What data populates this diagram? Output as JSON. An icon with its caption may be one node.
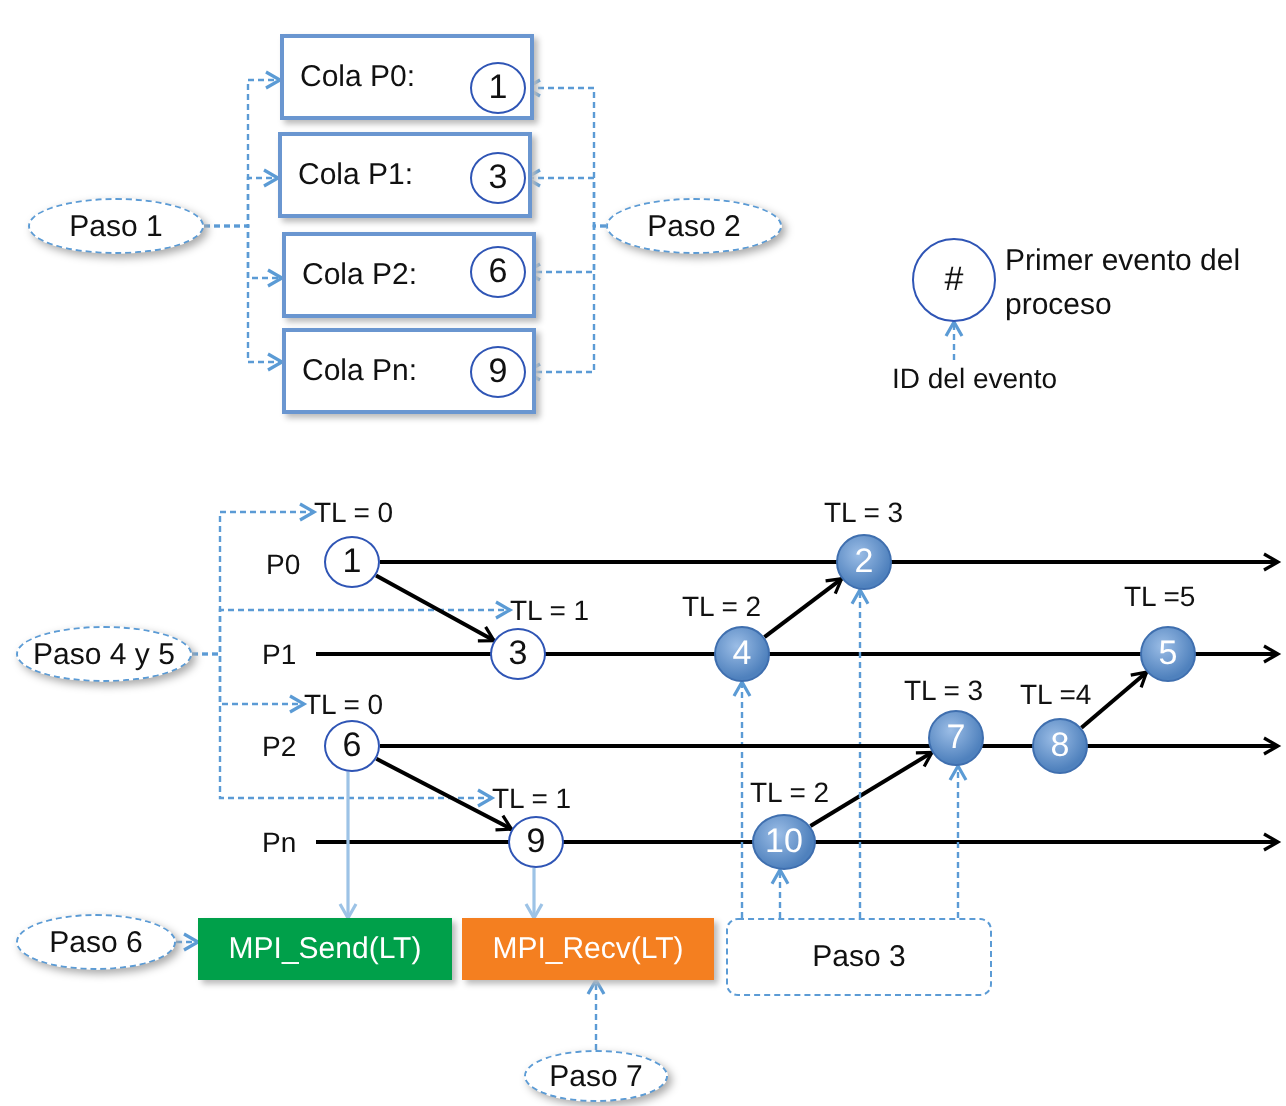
{
  "diagram": {
    "nodes": [
      {
        "text": [
          "Cola P0:"
        ]
      },
      {
        "text": [
          "1"
        ],
        "in": 0
      },
      {
        "text": [
          "Cola P1:"
        ]
      },
      {
        "text": [
          "3"
        ],
        "in": 2
      },
      {
        "text": [
          "Cola P2:"
        ]
      },
      {
        "text": [
          "6"
        ],
        "in": 4
      },
      {
        "text": [
          "Cola Pn:"
        ]
      },
      {
        "text": [
          "9"
        ],
        "in": 6
      },
      {
        "text": [
          "Paso 1"
        ]
      },
      {
        "text": [
          "Paso 2"
        ]
      },
      {
        "text": [
          "#"
        ],
        "beside": [
          "Primer evento del proceso"
        ]
      },
      {
        "text": [
          "ID del evento"
        ]
      },
      {
        "text": [
          "Paso 4 y 5"
        ]
      },
      {
        "text": [
          "TL = 0"
        ]
      },
      {
        "text": [
          "TL = 1"
        ]
      },
      {
        "text": [
          "TL = 0"
        ]
      },
      {
        "text": [
          "TL = 1"
        ]
      },
      {
        "text": [
          "1"
        ]
      },
      {
        "text": [
          "3"
        ]
      },
      {
        "text": [
          "6"
        ]
      },
      {
        "text": [
          "9"
        ]
      },
      {
        "text": [
          "2"
        ],
        "beside": [
          "TL = 3"
        ]
      },
      {
        "text": [
          "4"
        ],
        "beside": [
          "TL = 2"
        ]
      },
      {
        "text": [
          "5"
        ],
        "beside": [
          "TL =5"
        ]
      },
      {
        "text": [
          "7"
        ],
        "beside": [
          "TL = 3"
        ]
      },
      {
        "text": [
          "8"
        ],
        "beside": [
          "TL =4"
        ]
      },
      {
        "text": [
          "10"
        ],
        "beside": [
          "TL = 2"
        ]
      },
      {
        "text": [
          "MPI_Send(LT)"
        ]
      },
      {
        "text": [
          "MPI_Recv(LT)"
        ]
      },
      {
        "text": [
          "Paso 3"
        ]
      },
      {
        "text": [
          "Paso 6"
        ]
      },
      {
        "text": [
          "Paso 7"
        ]
      }
    ],
    "edges": [
      {
        "from": 8,
        "to": 0,
        "arrow": "to",
        "style": "dashed"
      },
      {
        "from": 8,
        "to": 2,
        "arrow": "to",
        "style": "dashed"
      },
      {
        "from": 8,
        "to": 4,
        "arrow": "to",
        "style": "dashed"
      },
      {
        "from": 8,
        "to": 6,
        "arrow": "to",
        "style": "dashed"
      },
      {
        "from": 9,
        "to": 1,
        "arrow": "to",
        "style": "dashed"
      },
      {
        "from": 9,
        "to": 3,
        "arrow": "to",
        "style": "dashed"
      },
      {
        "from": 9,
        "to": 5,
        "arrow": "to",
        "style": "dashed"
      },
      {
        "from": 9,
        "to": 7,
        "arrow": "to",
        "style": "dashed"
      },
      {
        "from": 11,
        "to": 10,
        "arrow": "to",
        "style": "dashed"
      },
      {
        "from": 12,
        "to": 13,
        "arrow": "to",
        "style": "dashed"
      },
      {
        "from": 12,
        "to": 14,
        "arrow": "to",
        "style": "dashed"
      },
      {
        "from": 12,
        "to": 15,
        "arrow": "to",
        "style": "dashed"
      },
      {
        "from": 12,
        "to": 16,
        "arrow": "to",
        "style": "dashed"
      },
      {
        "from": 17,
        "to": 18,
        "arrow": "to",
        "color": "#000000"
      },
      {
        "from": 19,
        "to": 20,
        "arrow": "to",
        "color": "#000000"
      },
      {
        "from": 22,
        "to": 21,
        "arrow": "to",
        "color": "#000000"
      },
      {
        "from": 26,
        "to": 24,
        "arrow": "to",
        "color": "#000000"
      },
      {
        "from": 25,
        "to": 23,
        "arrow": "to",
        "color": "#000000"
      },
      {
        "from": 19,
        "to": 27,
        "arrow": "to",
        "color": "#9dc3e6"
      },
      {
        "from": 20,
        "to": 28,
        "arrow": "to",
        "color": "#9dc3e6"
      },
      {
        "from": 29,
        "to": 22,
        "arrow": "to",
        "style": "dashed"
      },
      {
        "from": 29,
        "to": 26,
        "arrow": "to",
        "style": "dashed"
      },
      {
        "from": 29,
        "to": 21,
        "arrow": "to",
        "style": "dashed"
      },
      {
        "from": 29,
        "to": 24,
        "arrow": "to",
        "style": "dashed"
      },
      {
        "from": 30,
        "to": 27,
        "arrow": "to",
        "style": "dashed"
      },
      {
        "from": 31,
        "to": 28,
        "arrow": "to",
        "style": "dashed"
      },
      {
        "from": 17,
        "to": null,
        "arrow": "to",
        "color": "#000000"
      },
      {
        "from": 19,
        "to": null,
        "arrow": "to",
        "color": "#000000"
      }
    ],
    "labels": [
      "P0",
      "P1",
      "P2",
      "Pn"
    ]
  }
}
